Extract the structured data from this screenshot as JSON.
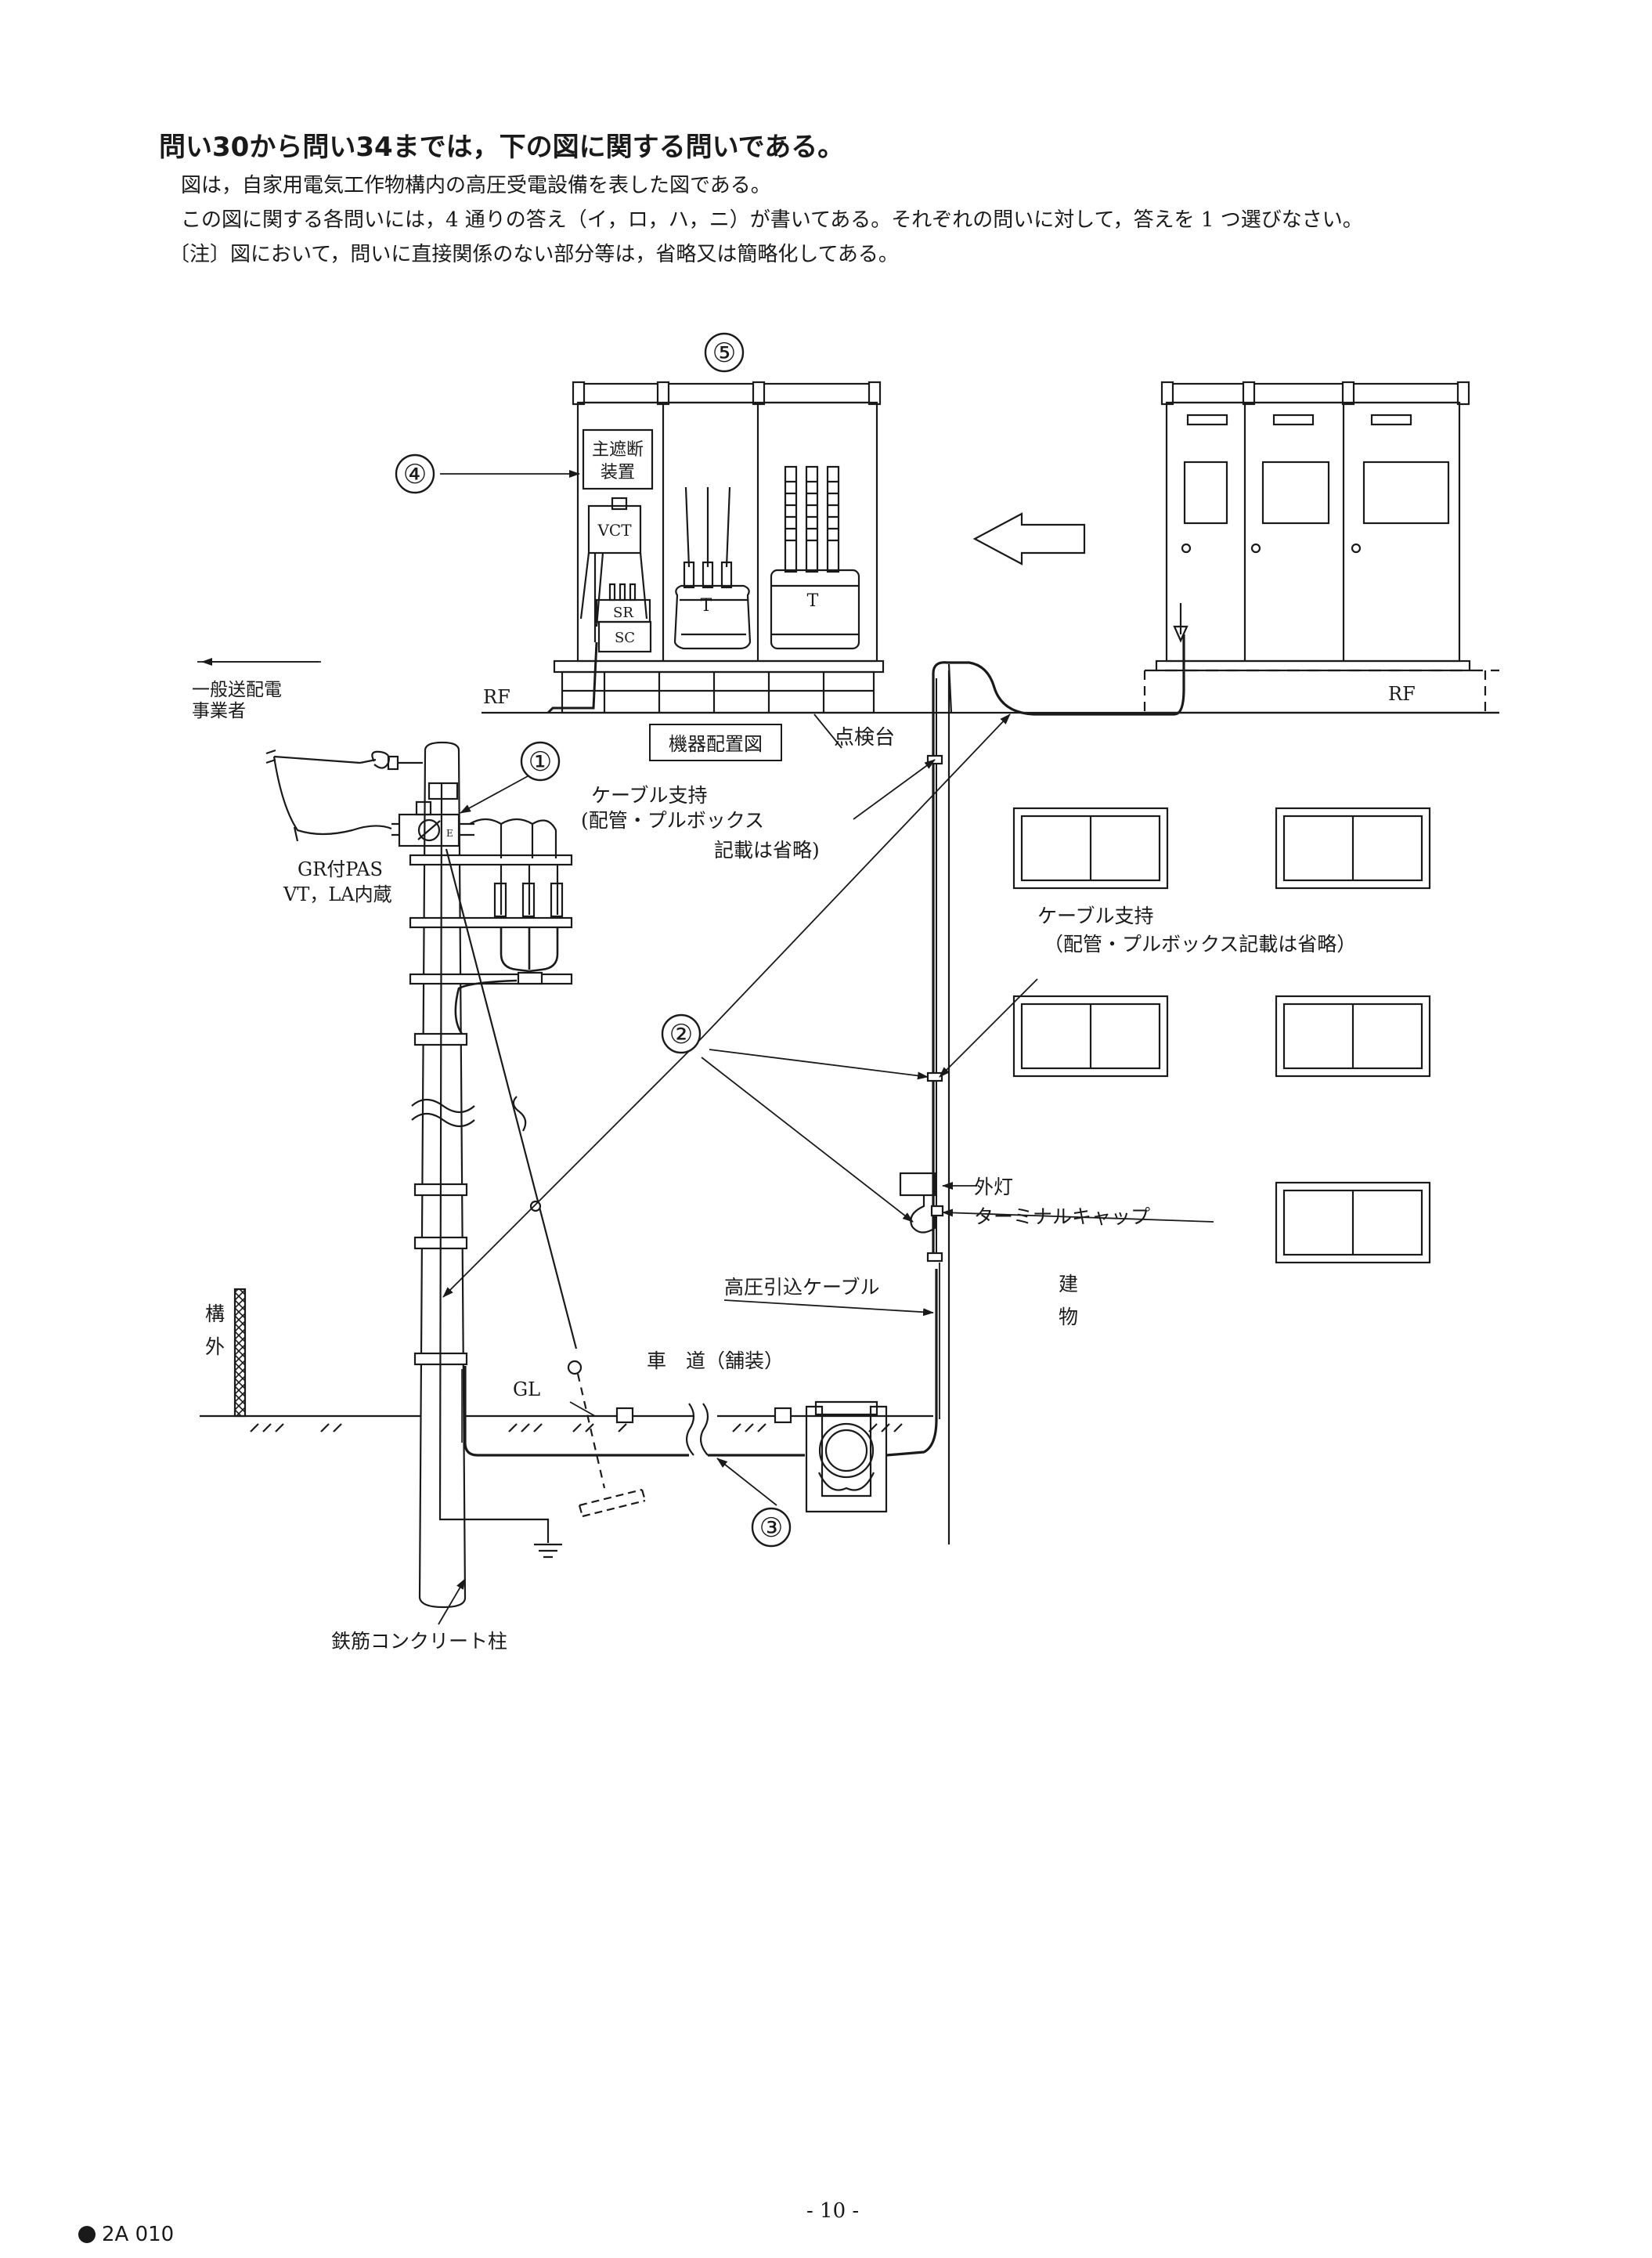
{
  "header": {
    "title": "問い30から問い34までは，下の図に関する問いである。",
    "lines": [
      "図は，自家用電気工作物構内の高圧受電設備を表した図である。",
      "この図に関する各問いには，4 通りの答え（イ，ロ，ハ，ニ）が書いてある。それぞれの問いに対して，答えを 1 つ選びなさい。",
      "〔注〕図において，問いに直接関係のない部分等は，省略又は簡略化してある。"
    ]
  },
  "diagram": {
    "markers": [
      "①",
      "②",
      "③",
      "④",
      "⑤"
    ],
    "labels": {
      "main_breaker_1": "主遮断",
      "main_breaker_2": "装置",
      "vct": "VCT",
      "sr": "SR",
      "sc": "SC",
      "transformer": "T",
      "rf": "RF",
      "utility_1": "一般送配電",
      "utility_2": "事業者",
      "equipment_layout": "機器配置図",
      "inspection_stand": "点検台",
      "cable_support": "ケーブル支持",
      "cable_support_note_a1": "(配管・プルボックス",
      "cable_support_note_a2": "記載は省略)",
      "cable_support_note_b": "（配管・プルボックス記載は省略）",
      "pas_1": "GR付PAS",
      "pas_2": "VT，LA内蔵",
      "outdoor_light": "外灯",
      "terminal_cap": "ターミナルキャップ",
      "hv_cable": "高圧引込ケーブル",
      "building_1": "建",
      "building_2": "物",
      "outside_1": "構",
      "outside_2": "外",
      "gl": "GL",
      "roadway": "車　道（舗装）",
      "pole": "鉄筋コンクリート柱",
      "pas_e": "E"
    }
  },
  "footer": {
    "page_number": "- 10 -",
    "code": "2A 010"
  }
}
